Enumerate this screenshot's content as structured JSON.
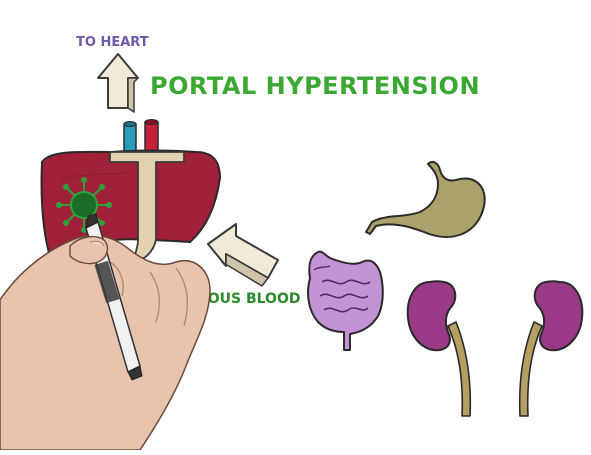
{
  "scene": {
    "title": "PORTAL HYPERTENSION",
    "to_heart_label": "TO HEART",
    "venous_blood_label": "NOUS BLOOD"
  },
  "colors": {
    "background": "#ffffff",
    "title_green": "#3aa832",
    "to_heart_purple": "#7058a8",
    "venous_green": "#2a8a2a",
    "liver_red": "#a0203a",
    "portal_vein_tan": "#e3d2b0",
    "ivc_blue": "#2a9bb8",
    "aorta_red": "#c8203a",
    "virus_green": "#2ea03a",
    "stomach_olive": "#aaa26a",
    "intestine_lilac": "#c493d6",
    "kidney_purple": "#9a3a86",
    "ureter_olive": "#b5a062",
    "arrow_cream": "#f2ead8",
    "skin": "#e8c4ae",
    "marker_white": "#f0f0f0",
    "marker_dark": "#333333"
  },
  "icons": {
    "up_arrow": "up-arrow-icon",
    "left_arrow": "left-arrow-icon",
    "virus": "virus-icon",
    "hand": "hand-icon",
    "marker": "marker-icon"
  }
}
